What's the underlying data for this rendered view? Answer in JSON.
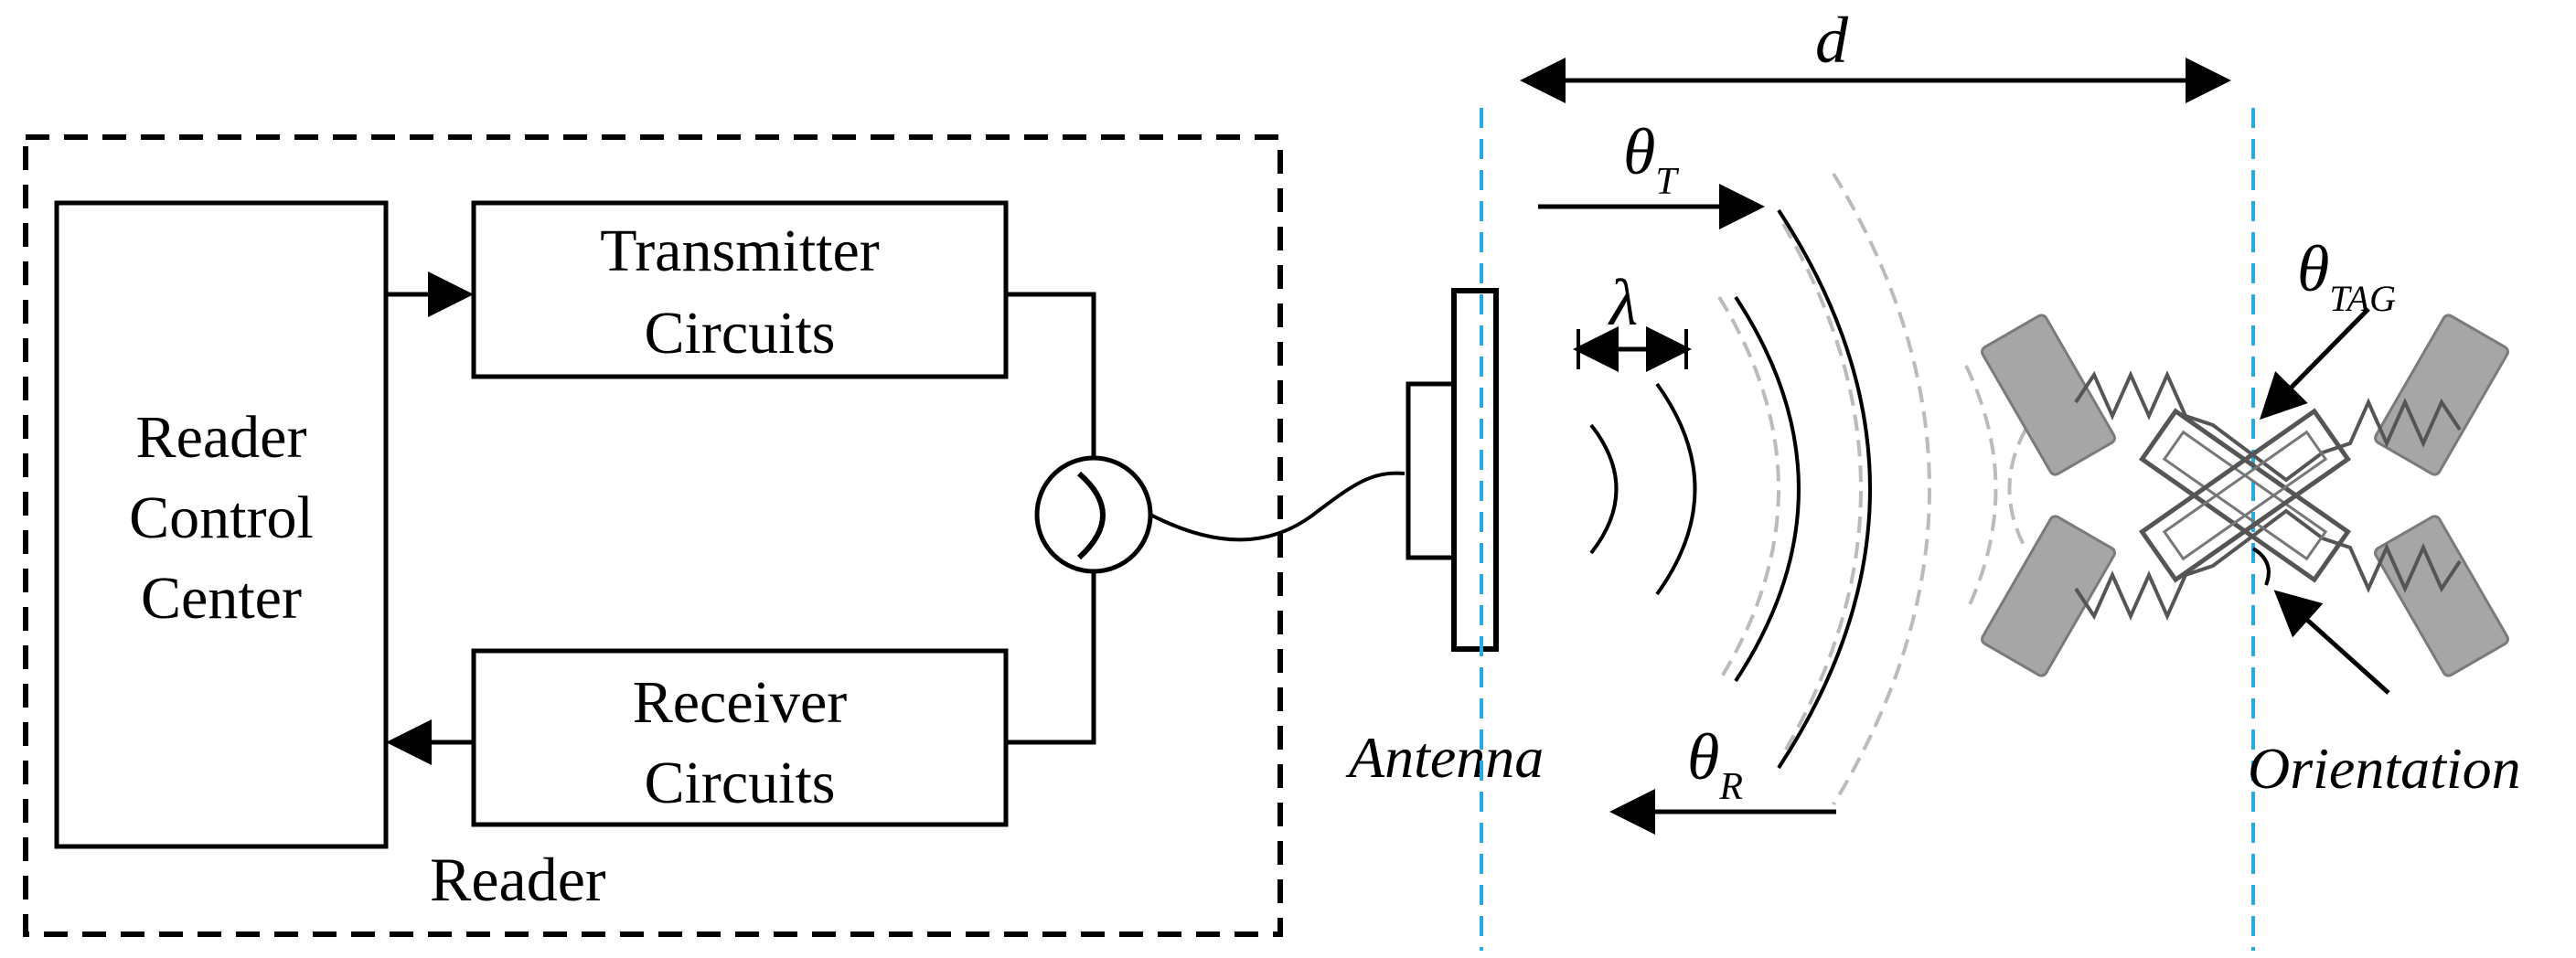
{
  "reader": {
    "label": "Reader",
    "control_center": [
      "Reader",
      "Control",
      "Center"
    ],
    "transmitter": [
      "Transmitter",
      "Circuits"
    ],
    "receiver": [
      "Receiver",
      "Circuits"
    ]
  },
  "antenna": {
    "label": "Antenna"
  },
  "symbols": {
    "distance": "d",
    "theta_t": {
      "base": "θ",
      "sub": "T"
    },
    "theta_r": {
      "base": "θ",
      "sub": "R"
    },
    "theta_tag": {
      "base": "θ",
      "sub": "TAG"
    },
    "wavelength": "λ"
  },
  "tag": {
    "orientation_label": "Orientation"
  },
  "colors": {
    "ink": "#000000",
    "reference_line": "#29a9e0",
    "wave_faded": "#bbbbbb",
    "tag_pad": "#a6a6a6",
    "tag_trace": "#555555"
  }
}
